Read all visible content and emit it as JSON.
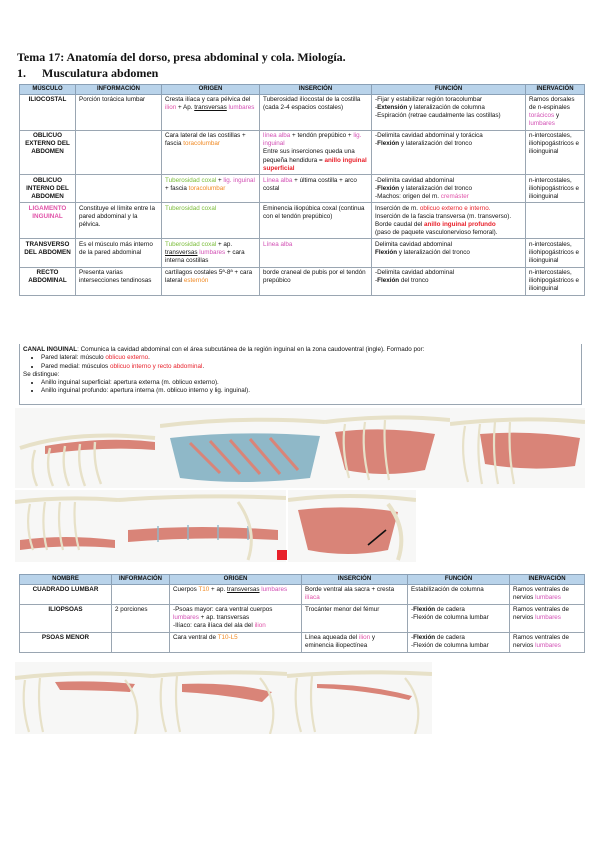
{
  "title": "Tema 17: Anatomía del dorso, presa abdominal y cola. Miología.",
  "section_number": "1.",
  "section_title": "Musculatura abdomen",
  "table1": {
    "headers": [
      "MÚSCULO",
      "INFORMACIÓN",
      "ORIGEN",
      "INSERCIÓN",
      "FUNCIÓN",
      "INERVACIÓN"
    ],
    "rows": [
      {
        "name": "ILIOCOSTAL",
        "info": "Porción torácica lumbar",
        "origen": [
          {
            "t": "Cresta ilíaca y cara pélvica del "
          },
          {
            "t": "ilion",
            "c": "pk"
          },
          {
            "t": " + Ap. "
          },
          {
            "t": "transversas",
            "c": "u"
          },
          {
            "t": " "
          },
          {
            "t": "lumbares",
            "c": "p"
          }
        ],
        "insercion": [
          {
            "t": "Tuberosidad ilíocostal de la costilla (cada 2-4 espacios costales)"
          }
        ],
        "funcion": [
          {
            "t": "-Fijar y estabilizar región toracolumbar"
          },
          {
            "br": 1
          },
          {
            "t": "-"
          },
          {
            "t": "Extensión",
            "c": "b"
          },
          {
            "t": " y lateralización de columna"
          },
          {
            "br": 1
          },
          {
            "t": "-Espiración (retrae caudalmente las costillas)"
          }
        ],
        "inervacion": [
          {
            "t": "Ramos dorsales de n-espinales "
          },
          {
            "t": "torácicos",
            "c": "p"
          },
          {
            "t": " y "
          },
          {
            "t": "lumbares",
            "c": "p"
          }
        ]
      },
      {
        "name": "OBLICUO EXTERNO DEL ABDOMEN",
        "info": "",
        "origen": [
          {
            "t": "Cara lateral de las costillas + fascia "
          },
          {
            "t": "toracolumbar",
            "c": "o"
          }
        ],
        "insercion": [
          {
            "t": "línea alba",
            "c": "p"
          },
          {
            "t": " + tendón prepúbico + "
          },
          {
            "t": "lig. inguinal",
            "c": "p"
          },
          {
            "br": 1
          },
          {
            "t": "Entre sus inserciones queda una pequeña hendidura = "
          },
          {
            "t": "anillo inguinal superficial",
            "c": "rb"
          }
        ],
        "funcion": [
          {
            "t": "-Delimita cavidad abdominal y torácica"
          },
          {
            "br": 1
          },
          {
            "t": "-"
          },
          {
            "t": "Flexión",
            "c": "b"
          },
          {
            "t": " y lateralización del tronco"
          }
        ],
        "inervacion": [
          {
            "t": "n-intercostales, iliohipogástricos e ilioinguinal"
          }
        ]
      },
      {
        "name": "OBLICUO INTERNO DEL ABDOMEN",
        "info": "",
        "origen": [
          {
            "t": "Tuberosidad coxal",
            "c": "g"
          },
          {
            "t": " + "
          },
          {
            "t": "lig. inguinal",
            "c": "p"
          },
          {
            "t": " + fascia "
          },
          {
            "t": "toracolumbar",
            "c": "o"
          }
        ],
        "insercion": [
          {
            "t": "Línea alba",
            "c": "p"
          },
          {
            "t": " + última costilla + arco costal"
          }
        ],
        "funcion": [
          {
            "t": "-Delimita cavidad abdominal"
          },
          {
            "br": 1
          },
          {
            "t": "-"
          },
          {
            "t": "Flexión",
            "c": "b"
          },
          {
            "t": " y lateralización del tronco"
          },
          {
            "br": 1
          },
          {
            "t": "-Machos: origen del m. "
          },
          {
            "t": "cremáster",
            "c": "pk"
          }
        ],
        "inervacion": [
          {
            "t": "n-intercostales, iliohipogástricos e ilioinguinal"
          }
        ]
      },
      {
        "name": "LIGAMENTO INGUINAL",
        "name_color": "pk",
        "info": "Constituye el límite entre la pared abdominal y la pélvica.",
        "origen": [
          {
            "t": "Tuberosidad coxal",
            "c": "g"
          }
        ],
        "insercion": [
          {
            "t": "Eminencia iliopúbica coxal (continua con el tendón prepúbico)"
          }
        ],
        "funcion": [
          {
            "t": "Inserción de m. "
          },
          {
            "t": "oblicuo externo e interno.",
            "c": "r"
          },
          {
            "br": 1
          },
          {
            "t": "Inserción de la fascia transversa (m. transverso)."
          },
          {
            "br": 1
          },
          {
            "t": "Borde caudal del "
          },
          {
            "t": "anillo inguinal profundo",
            "c": "rb"
          },
          {
            "br": 1
          },
          {
            "t": "(paso de paquete vasculonervioso femoral)."
          }
        ],
        "inervacion": []
      },
      {
        "name": "TRANSVERSO DEL ABDOMEN",
        "info": "Es el músculo más interno de la pared abdominal",
        "origen": [
          {
            "t": "Tuberosidad coxal",
            "c": "g"
          },
          {
            "t": " + ap. "
          },
          {
            "t": "transversas",
            "c": "u"
          },
          {
            "t": " "
          },
          {
            "t": "lumbares",
            "c": "p"
          },
          {
            "t": " + cara interna costillas"
          }
        ],
        "insercion": [
          {
            "t": "Línea alba",
            "c": "p"
          }
        ],
        "funcion": [
          {
            "t": "Delimita cavidad abdominal"
          },
          {
            "br": 1
          },
          {
            "t": "Flexión",
            "c": "b"
          },
          {
            "t": " y lateralización del tronco"
          }
        ],
        "inervacion": [
          {
            "t": "n-intercostales, iliohipogástricos e ilioinguinal"
          }
        ]
      },
      {
        "name": "RECTO ABDOMINAL",
        "info": "Presenta varias intersecciones tendinosas",
        "origen": [
          {
            "t": "cartílagos costales 5ª-8ª + cara lateral "
          },
          {
            "t": "esternón",
            "c": "o"
          }
        ],
        "insercion": [
          {
            "t": "borde craneal de pubis por el tendón prepúbico"
          }
        ],
        "funcion": [
          {
            "t": "-Delimita cavidad abdominal"
          },
          {
            "br": 1
          },
          {
            "t": "-"
          },
          {
            "t": "Flexión",
            "c": "b"
          },
          {
            "t": " del tronco"
          }
        ],
        "inervacion": [
          {
            "t": "n-intercostales, iliohipogástricos e ilioinguinal"
          }
        ]
      }
    ]
  },
  "inguinal": {
    "heading": "CANAL INGUINAL",
    "intro": ": Comunica la cavidad abdominal con el área subcutánea de la región inguinal en la zona caudoventral (ingle). Formado por:",
    "lateral_prefix": "Pared lateral: músculo ",
    "lateral_red": "oblicuo externo",
    "lateral_suffix": ".",
    "medial_prefix": "Pared medial: músculos ",
    "medial_red": "oblicuo interno y recto abdominal",
    "medial_suffix": ".",
    "distingue": "Se distingue:",
    "sup": "Anillo inguinal superficial: apertura externa (m. oblicuo externo).",
    "prof": "Anillo inguinal profundo: apertura interna (m. oblicuo interno y lig. inguinal)."
  },
  "table2": {
    "headers": [
      "NOMBRE",
      "INFORMACIÓN",
      "ORIGEN",
      "INSERCIÓN",
      "FUNCIÓN",
      "INERVACIÓN"
    ],
    "rows": [
      {
        "name": "CUADRADO LUMBAR",
        "info": "",
        "origen": [
          {
            "t": "Cuerpos "
          },
          {
            "t": "T10",
            "c": "o"
          },
          {
            "t": " + ap. "
          },
          {
            "t": "transversas",
            "c": "u"
          },
          {
            "t": " "
          },
          {
            "t": "lumbares",
            "c": "p"
          }
        ],
        "insercion": [
          {
            "t": "Borde ventral ala sacra + cresta "
          },
          {
            "t": "ilíaca",
            "c": "pk"
          }
        ],
        "funcion": [
          {
            "t": "Estabilización de columna"
          }
        ],
        "inervacion": [
          {
            "t": "Ramos ventrales de nervios "
          },
          {
            "t": "lumbares",
            "c": "p"
          }
        ]
      },
      {
        "name": "ILIOPSOAS",
        "info": "2 porciones",
        "origen": [
          {
            "t": "-Psoas mayor: cara ventral cuerpos "
          },
          {
            "t": "lumbares",
            "c": "p"
          },
          {
            "t": " + ap. transversas"
          },
          {
            "br": 1
          },
          {
            "t": "-Ilíaco: cara ilíaca del ala del "
          },
          {
            "t": "ilion",
            "c": "pk"
          }
        ],
        "insercion": [
          {
            "t": "Trocánter menor del fémur"
          }
        ],
        "funcion": [
          {
            "t": "-"
          },
          {
            "t": "Flexión",
            "c": "b"
          },
          {
            "t": " de cadera"
          },
          {
            "br": 1
          },
          {
            "t": "-Flexión de columna lumbar"
          }
        ],
        "inervacion": [
          {
            "t": "Ramos ventrales de nervios "
          },
          {
            "t": "lumbares",
            "c": "p"
          }
        ]
      },
      {
        "name": "PSOAS MENOR",
        "info": "",
        "origen": [
          {
            "t": "Cara ventral de "
          },
          {
            "t": "T10-L5",
            "c": "o"
          }
        ],
        "insercion": [
          {
            "t": "Línea aqueada del "
          },
          {
            "t": "ilion",
            "c": "pk"
          },
          {
            "t": " y eminencia iliopectínea"
          }
        ],
        "funcion": [
          {
            "t": "-"
          },
          {
            "t": "Flexión",
            "c": "b"
          },
          {
            "t": " de cadera"
          },
          {
            "br": 1
          },
          {
            "t": "-Flexión de columna lumbar"
          }
        ],
        "inervacion": [
          {
            "t": "Ramos ventrales de nervios "
          },
          {
            "t": "lumbares",
            "c": "p"
          }
        ]
      }
    ]
  },
  "colors": {
    "header_bg": "#b9d3ea",
    "red": "#e8202a",
    "green": "#7bbd3a",
    "purple": "#d24fb4",
    "orange": "#f08a24",
    "muscle_red": "#d98478",
    "muscle_blue": "#8fb8c8",
    "bone": "#f2eedf"
  }
}
